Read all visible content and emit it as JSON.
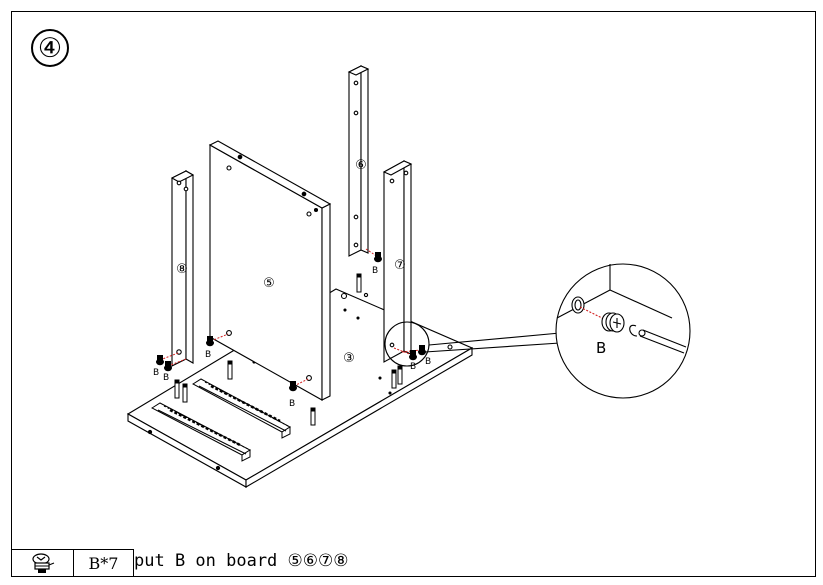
{
  "step": {
    "number": "④"
  },
  "parts": {
    "base_board": "③",
    "center_panel": "⑤",
    "back_strip": "⑥",
    "right_post": "⑦",
    "left_post": "⑧"
  },
  "fastener_label": "B",
  "detail": {
    "fastener_label": "B"
  },
  "legend": {
    "quantity": "B*7",
    "instruction": "put B on board ⑤⑥⑦⑧",
    "icon": "cam-bolt-icon"
  },
  "colors": {
    "line": "#000000",
    "guide": "#d22020"
  }
}
